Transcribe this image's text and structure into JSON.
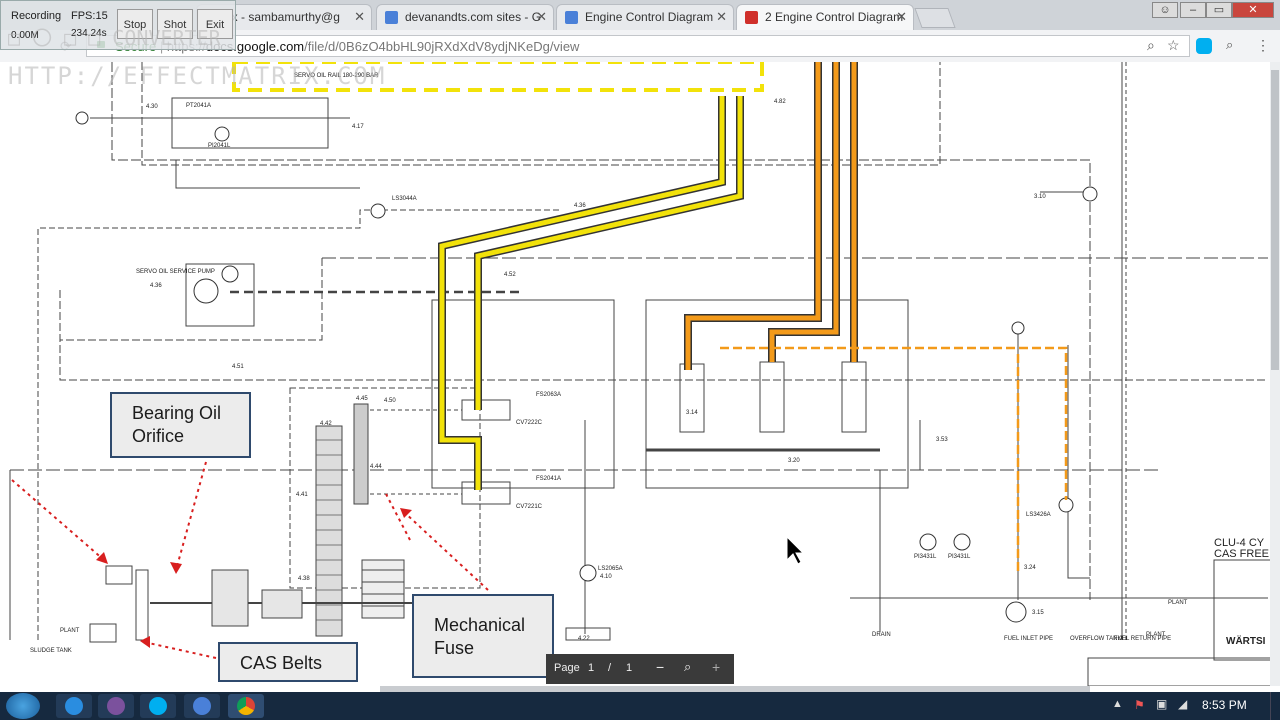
{
  "recorder": {
    "recording_label": "Recording",
    "fps_label": "FPS:15",
    "size_label": "0.00M",
    "time_label": "234.24s",
    "stop_label": "Stop",
    "shot_label": "Shot",
    "exit_label": "Exit"
  },
  "watermark": {
    "line1": "□ 〇 □ □  CONVERTER",
    "line2": "HTTP://EFFECTMATRIX.COM"
  },
  "tabs": [
    {
      "label": "ox - sambamurthy@g",
      "active": false,
      "icon": "gmail-icon"
    },
    {
      "label": "devanandts.com sites - G",
      "active": false,
      "icon": "docs-icon"
    },
    {
      "label": "Engine Control Diagram",
      "active": false,
      "icon": "docs-icon"
    },
    {
      "label": "2 Engine Control Diagram",
      "active": true,
      "icon": "pdf-icon"
    }
  ],
  "window_controls": {
    "user_glyph": "☺",
    "minimize": "–",
    "restore": "▭",
    "close": "✕"
  },
  "omnibox": {
    "secure_label": "Secure",
    "url_scheme": "https://",
    "url_host": "docs.google.com",
    "url_path": "/file/d/0B6zO4bbHL90jRXdXdV8ydjNKeDg/view"
  },
  "diagram": {
    "labels": {
      "servo_rail": "SERVO OIL RAIL 180-290 BAR",
      "servo_pump": "SERVO OIL SERVICE PUMP",
      "servo_pump_code": "4.36",
      "pt2041a": "PT2041A",
      "pi2041l": "PI2041L",
      "ls2041": "LS3044A",
      "tag_430": "4.30",
      "tag_417": "4.17",
      "tag_436": "4.36",
      "tag_451": "4.51",
      "tag_452": "4.52",
      "tag_445": "4.45",
      "tag_450": "4.50",
      "tag_444": "4.44",
      "tag_442": "4.42",
      "tag_441": "4.41",
      "tag_438": "4.38",
      "tag_422": "4.22",
      "tag_314": "3.14",
      "tag_320": "3.20",
      "tag_353": "3.53",
      "tag_324": "3.24",
      "tag_315": "3.15",
      "tag_310": "3.10",
      "tag_482": "4.82",
      "fs2063a": "FS2063A",
      "cv7222c": "CV7222C",
      "fs2041a": "FS2041A",
      "cv7221c": "CV7221C",
      "ls2065a": "LS2065A",
      "tag_410": "4.10",
      "pi3431l_a": "PI3431L",
      "pi3431l_b": "PI3431L",
      "ls3426a": "LS3426A",
      "fuel_inlet": "FUEL INLET PIPE",
      "overflow_tank": "OVERFLOW TANK",
      "fuel_return": "FUEL RETURN PIPE",
      "drain": "DRAIN",
      "plant_a": "PLANT",
      "plant_b": "PLANT",
      "plant_left": "PLANT",
      "sludge": "SLUDGE TANK",
      "clu_title_1": "CLU-4 CY",
      "clu_title_2": "CAS FREE",
      "brand": "WÄRTSI"
    },
    "callouts": {
      "bearing_oil": "Bearing Oil\nOrifice",
      "mechanical_fuse": "Mechanical\nFuse",
      "cas_belts": "CAS Belts"
    }
  },
  "pdf_toolbar": {
    "page_label": "Page",
    "current_page": "1",
    "separator": "/",
    "total_pages": "1",
    "zoom_out": "−",
    "zoom_in": "+"
  },
  "taskbar": {
    "clock": "8:53 PM",
    "apps": [
      "start-icon",
      "ie-icon",
      "viber-icon",
      "skype-icon",
      "gdocs-icon",
      "chrome-icon"
    ]
  },
  "colors": {
    "servo_yellow": "#f2e20a",
    "fuel_orange": "#f39a1a",
    "callout_border": "#2f4a6d",
    "arrow_red": "#d81f1f"
  }
}
